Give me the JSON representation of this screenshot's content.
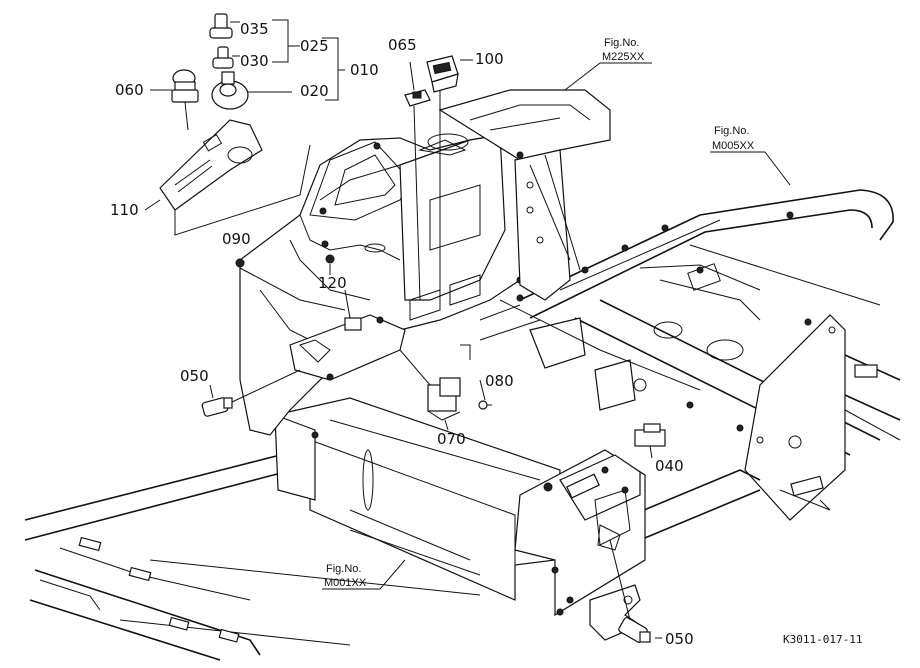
{
  "part_labels": {
    "p035": "035",
    "p030": "030",
    "p025": "025",
    "p020": "020",
    "p010": "010",
    "p060": "060",
    "p065": "065",
    "p100": "100",
    "p110": "110",
    "p090": "090",
    "p120": "120",
    "p050a": "050",
    "p080": "080",
    "p070": "070",
    "p040": "040",
    "p050b": "050"
  },
  "fig_refs": {
    "m225": {
      "title": "Fig.No.",
      "code": "M225XX"
    },
    "m005": {
      "title": "Fig.No.",
      "code": "M005XX"
    },
    "m001": {
      "title": "Fig.No.",
      "code": "M001XX"
    }
  },
  "drawing_code": "K3011-017-11"
}
